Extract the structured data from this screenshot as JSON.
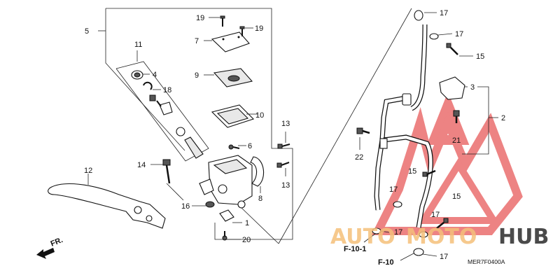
{
  "callouts": {
    "c1": "1",
    "c2": "2",
    "c3": "3",
    "c4": "4",
    "c5": "5",
    "c6": "6",
    "c7": "7",
    "c8": "8",
    "c9": "9",
    "c10": "10",
    "c11": "11",
    "c12": "12",
    "c13a": "13",
    "c13b": "13",
    "c14": "14",
    "c15a": "15",
    "c15b": "15",
    "c15c": "15",
    "c16": "16",
    "c17a": "17",
    "c17b": "17",
    "c17c": "17",
    "c17d": "17",
    "c17e": "17",
    "c17f": "17",
    "c18": "18",
    "c19a": "19",
    "c19b": "19",
    "c20": "20",
    "c21": "21",
    "c22": "22"
  },
  "refs": {
    "f101": "F-10-1",
    "f10": "F-10"
  },
  "direction": "FR.",
  "diagram_code": "MER7F0400A",
  "watermark": {
    "part1": "AUTO",
    "part2": "MOTO",
    "part3": "HUB",
    "color_auto": "#f5c07a",
    "color_hub": "#2b2b2b",
    "color_logo": "#e85a5a"
  }
}
